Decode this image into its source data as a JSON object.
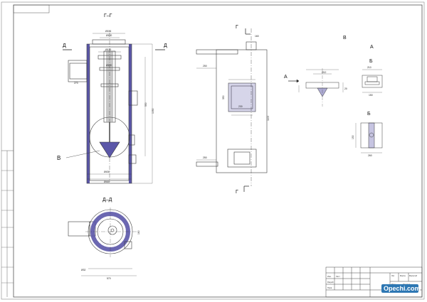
{
  "section_labels": {
    "g_g": "Г–Г",
    "d_d": "Д–Д",
    "d_left": "Д",
    "d_right": "Д",
    "g_top": "Г",
    "g_bottom": "Г",
    "v_main": "В",
    "v_detail": "В",
    "a_marker": "А",
    "a_view": "А",
    "b_top": "Б",
    "b_view": "Б"
  },
  "dimensions": {
    "top_width": "Ø156",
    "inner_1": "Ø100",
    "inner_2": "Ø130",
    "inner_3": "Ø120",
    "bottom_1": "Ø430",
    "bottom_2": "Ø440",
    "side_h": "1050",
    "side_h2": "550",
    "pipe_len": "270",
    "front_w": "250",
    "front_h": "1100",
    "window_w": "230",
    "window_h": "350",
    "bottom_win": "250",
    "front_top": "160",
    "a_w": "Ø12",
    "a_h": "20",
    "b_w": "210",
    "b_h": "150",
    "b_sq": "260",
    "dd_w": "570",
    "dd_r": "Ø32",
    "dd_side": "160"
  },
  "title_block": {
    "row1": "Изм.",
    "row2": "Лист",
    "row3": "Разраб.",
    "row4": "Пров.",
    "col_a": "Лит.",
    "col_b": "Масса",
    "col_c": "Масштаб",
    "sheet": "Лист",
    "sheets": "Листов 1"
  },
  "watermark": "Opechi.com",
  "colors": {
    "line": "#3a3a3a",
    "fill_metal": "#5b57a8",
    "grey_fill": "#9a9a9a",
    "watermark_bg": "#2d77b3"
  }
}
